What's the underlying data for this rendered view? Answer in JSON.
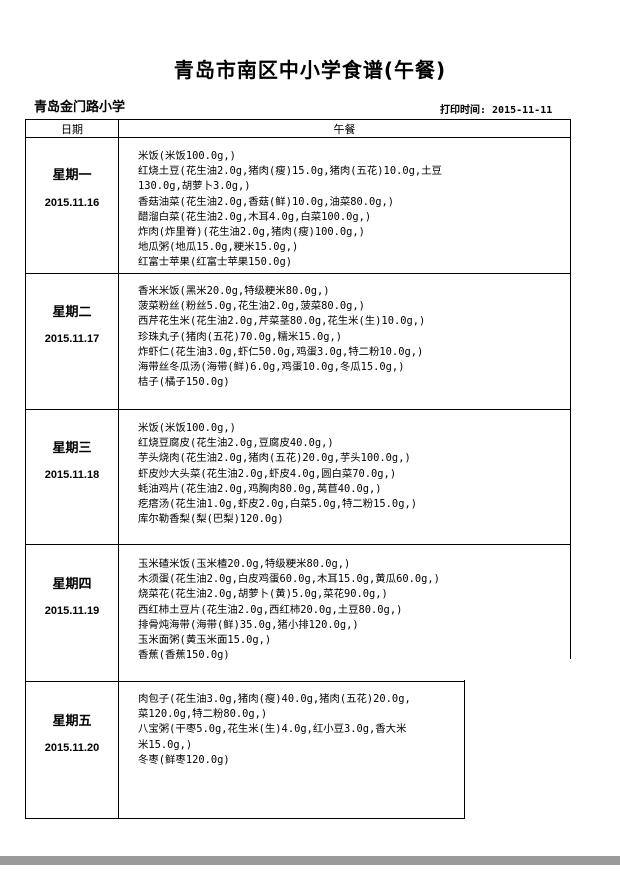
{
  "title": "青岛市南区中小学食谱(午餐)",
  "school": "青岛金门路小学",
  "print_date": "打印时间: 2015-11-11",
  "table": {
    "col_date": "日期",
    "col_lunch": "午餐"
  },
  "days": [
    {
      "weekday": "星期一",
      "date": "2015.11.16",
      "items": [
        "米饭(米饭100.0g,)",
        "红烧土豆(花生油2.0g,猪肉(瘦)15.0g,猪肉(五花)10.0g,土豆",
        "130.0g,胡萝卜3.0g,)",
        "香菇油菜(花生油2.0g,香菇(鲜)10.0g,油菜80.0g,)",
        "醋溜白菜(花生油2.0g,木耳4.0g,白菜100.0g,)",
        "炸肉(炸里脊)(花生油2.0g,猪肉(瘦)100.0g,)",
        "地瓜粥(地瓜15.0g,粳米15.0g,)",
        "红富士苹果(红富士苹果150.0g)"
      ]
    },
    {
      "weekday": "星期二",
      "date": "2015.11.17",
      "items": [
        "香米米饭(黑米20.0g,特级粳米80.0g,)",
        "菠菜粉丝(粉丝5.0g,花生油2.0g,菠菜80.0g,)",
        "西芹花生米(花生油2.0g,芹菜茎80.0g,花生米(生)10.0g,)",
        "珍珠丸子(猪肉(五花)70.0g,糯米15.0g,)",
        "炸虾仁(花生油3.0g,虾仁50.0g,鸡蛋3.0g,特二粉10.0g,)",
        "海带丝冬瓜汤(海带(鲜)6.0g,鸡蛋10.0g,冬瓜15.0g,)",
        "桔子(橘子150.0g)"
      ]
    },
    {
      "weekday": "星期三",
      "date": "2015.11.18",
      "items": [
        "米饭(米饭100.0g,)",
        "红烧豆腐皮(花生油2.0g,豆腐皮40.0g,)",
        "芋头烧肉(花生油2.0g,猪肉(五花)20.0g,芋头100.0g,)",
        "虾皮炒大头菜(花生油2.0g,虾皮4.0g,圆白菜70.0g,)",
        "蚝油鸡片(花生油2.0g,鸡胸肉80.0g,莴苣40.0g,)",
        "疙瘩汤(花生油1.0g,虾皮2.0g,白菜5.0g,特二粉15.0g,)",
        "库尔勒香梨(梨(巴梨)120.0g)"
      ]
    },
    {
      "weekday": "星期四",
      "date": "2015.11.19",
      "items": [
        "玉米碴米饭(玉米楂20.0g,特级粳米80.0g,)",
        "木须蛋(花生油2.0g,白皮鸡蛋60.0g,木耳15.0g,黄瓜60.0g,)",
        "烧菜花(花生油2.0g,胡萝卜(黄)5.0g,菜花90.0g,)",
        "西红柿土豆片(花生油2.0g,西红柿20.0g,土豆80.0g,)",
        "排骨炖海带(海带(鲜)35.0g,猪小排120.0g,)",
        "玉米面粥(黄玉米面15.0g,)",
        "香蕉(香蕉150.0g)"
      ]
    },
    {
      "weekday": "星期五",
      "date": "2015.11.20",
      "items": [
        "肉包子(花生油3.0g,猪肉(瘦)40.0g,猪肉(五花)20.0g,",
        "菜120.0g,特二粉80.0g,)",
        "八宝粥(干枣5.0g,花生米(生)4.0g,红小豆3.0g,香大米",
        "米15.0g,)",
        "冬枣(鲜枣120.0g)"
      ]
    }
  ]
}
